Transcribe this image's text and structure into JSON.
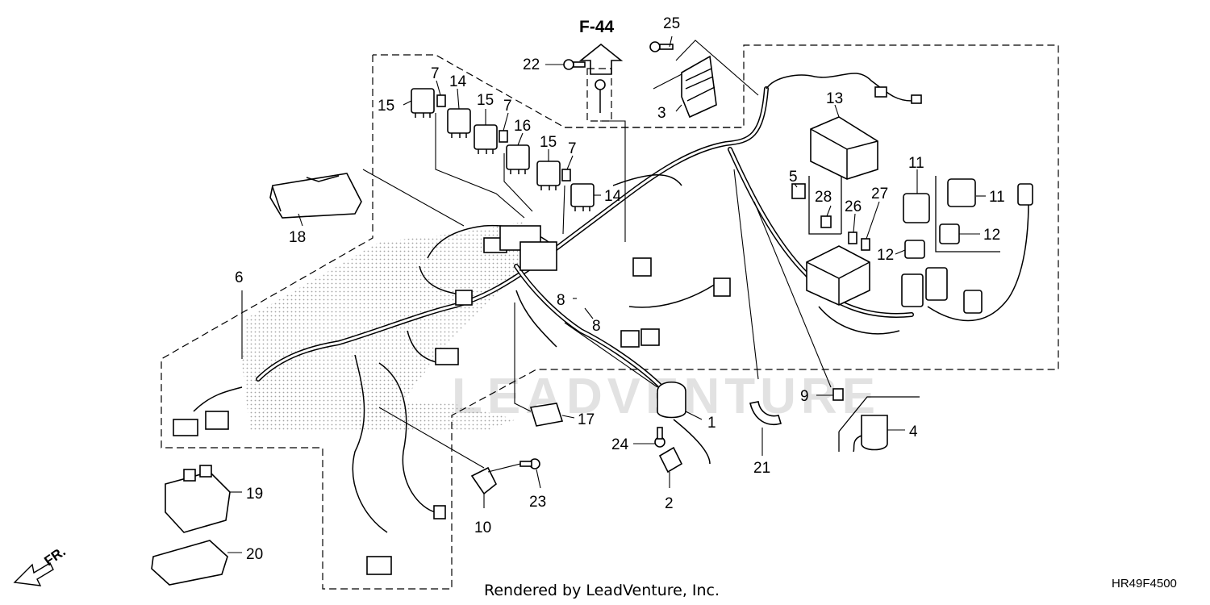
{
  "diagram": {
    "reference": "F-44",
    "footer": "Rendered by LeadVenture, Inc.",
    "diagram_code": "HR49F4500",
    "direction_label": "FR.",
    "watermark": "LEADVENTURE",
    "callouts": [
      {
        "id": "c1",
        "label": "1"
      },
      {
        "id": "c2",
        "label": "2"
      },
      {
        "id": "c3",
        "label": "3"
      },
      {
        "id": "c4",
        "label": "4"
      },
      {
        "id": "c5",
        "label": "5"
      },
      {
        "id": "c6",
        "label": "6"
      },
      {
        "id": "c7a",
        "label": "7"
      },
      {
        "id": "c7b",
        "label": "7"
      },
      {
        "id": "c7c",
        "label": "7"
      },
      {
        "id": "c8a",
        "label": "8"
      },
      {
        "id": "c8b",
        "label": "8"
      },
      {
        "id": "c9",
        "label": "9"
      },
      {
        "id": "c10",
        "label": "10"
      },
      {
        "id": "c11a",
        "label": "11"
      },
      {
        "id": "c11b",
        "label": "11"
      },
      {
        "id": "c12a",
        "label": "12"
      },
      {
        "id": "c12b",
        "label": "12"
      },
      {
        "id": "c13",
        "label": "13"
      },
      {
        "id": "c14a",
        "label": "14"
      },
      {
        "id": "c14b",
        "label": "14"
      },
      {
        "id": "c15a",
        "label": "15"
      },
      {
        "id": "c15b",
        "label": "15"
      },
      {
        "id": "c15c",
        "label": "15"
      },
      {
        "id": "c16",
        "label": "16"
      },
      {
        "id": "c17",
        "label": "17"
      },
      {
        "id": "c18",
        "label": "18"
      },
      {
        "id": "c19",
        "label": "19"
      },
      {
        "id": "c20",
        "label": "20"
      },
      {
        "id": "c21",
        "label": "21"
      },
      {
        "id": "c22",
        "label": "22"
      },
      {
        "id": "c23",
        "label": "23"
      },
      {
        "id": "c24",
        "label": "24"
      },
      {
        "id": "c25",
        "label": "25"
      },
      {
        "id": "c26",
        "label": "26"
      },
      {
        "id": "c27",
        "label": "27"
      },
      {
        "id": "c28",
        "label": "28"
      }
    ]
  }
}
